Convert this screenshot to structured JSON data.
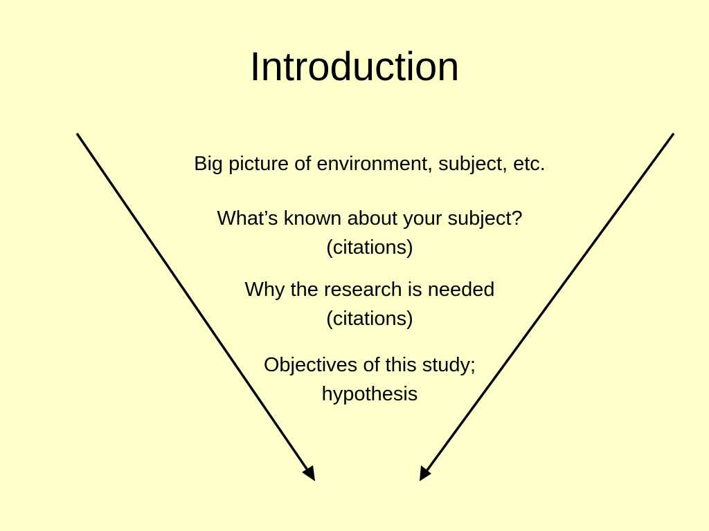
{
  "slide": {
    "title": "Introduction",
    "background_color": "#ffffcc",
    "arrow_color": "#000000",
    "points": [
      {
        "lines": [
          "Big picture of environment, subject, etc."
        ]
      },
      {
        "lines": [
          "What’s known about your subject?",
          "(citations)"
        ]
      },
      {
        "lines": [
          "Why the research is needed",
          "(citations)"
        ]
      },
      {
        "lines": [
          "Objectives of this study;",
          "hypothesis"
        ]
      }
    ]
  }
}
